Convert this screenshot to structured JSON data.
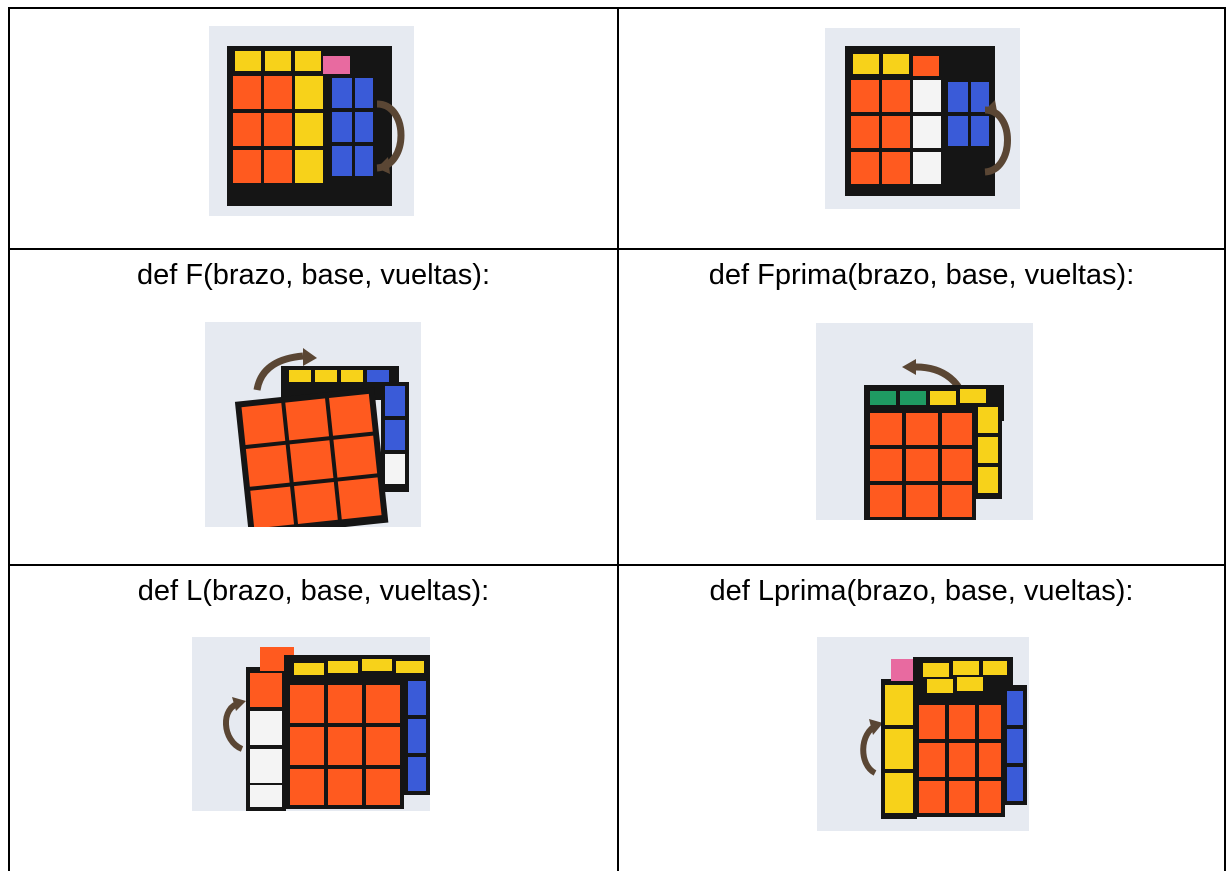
{
  "table": {
    "rows": [
      {
        "cells": [
          {
            "caption": "",
            "image": "cube-photo-r-move"
          },
          {
            "caption": "",
            "image": "cube-photo-r-prime-move"
          }
        ]
      },
      {
        "cells": [
          {
            "caption": "def F(brazo, base, vueltas):",
            "image": "cube-photo-f-move"
          },
          {
            "caption": "def Fprima(brazo, base, vueltas):",
            "image": "cube-photo-f-prime-move"
          }
        ]
      },
      {
        "cells": [
          {
            "caption": "def L(brazo, base, vueltas):",
            "image": "cube-photo-l-move"
          },
          {
            "caption": "def Lprima(brazo, base, vueltas):",
            "image": "cube-photo-l-prime-move"
          }
        ]
      }
    ]
  },
  "colors": {
    "orange": "#ff5a1f",
    "yellow": "#f7d21a",
    "blue": "#3a5bd8",
    "white": "#f4f4f4",
    "green": "#1f9a62",
    "pink": "#e86aa0",
    "arrow": "#5a4634",
    "background": "#e6eaf1"
  }
}
